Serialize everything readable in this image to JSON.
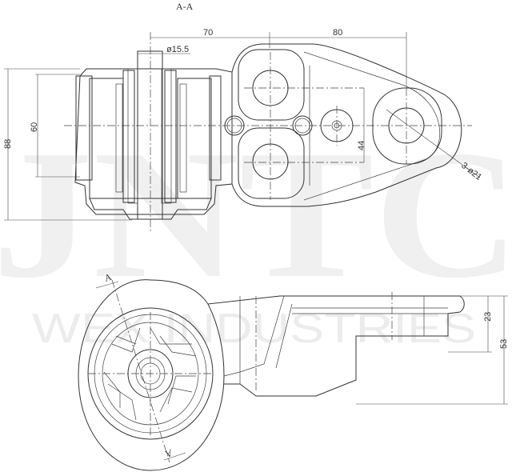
{
  "section_title": "A-A",
  "watermark": {
    "logo": "JNTC",
    "company": "WEX INDUSTRIES"
  },
  "dimensions": {
    "d70": "70",
    "d80": "80",
    "bore": "ø15.5",
    "h88": "88",
    "h60": "60",
    "d44": "44",
    "holes": "3-ø21",
    "d23": "23",
    "d53": "53"
  },
  "section_markers": [
    "A",
    "A"
  ]
}
